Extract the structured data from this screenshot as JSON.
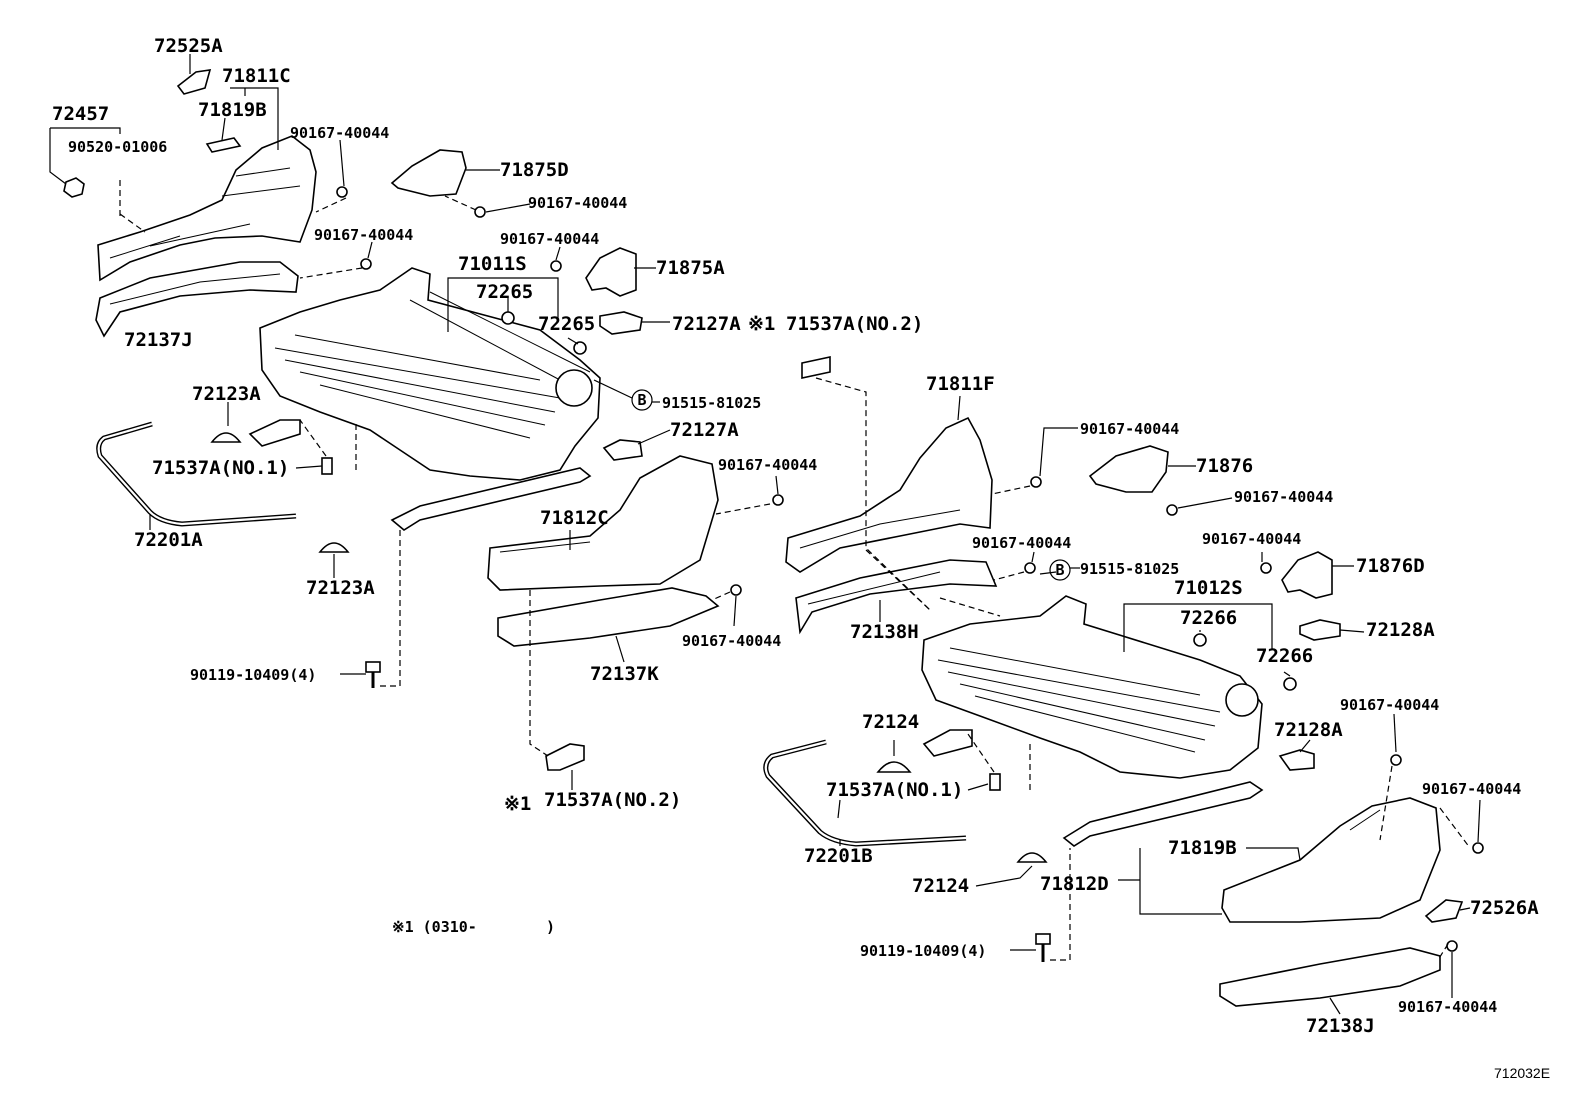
{
  "labels": {
    "l_72525A": "72525A",
    "l_71811C": "71811C",
    "l_72457": "72457",
    "l_71819B_a": "71819B",
    "l_90520": "90520-01006",
    "l_90167_a": "90167-40044",
    "l_71875D": "71875D",
    "l_90167_b": "90167-40044",
    "l_90167_c": "90167-40044",
    "l_90167_d": "90167-40044",
    "l_71875A": "71875A",
    "l_71011S": "71011S",
    "l_72265_a": "72265",
    "l_72265_b": "72265",
    "l_72127A_a": "72127A",
    "l_71537A_no2_a": "71537A(NO.2)",
    "l_72137J": "72137J",
    "l_72123A_a": "72123A",
    "l_91515_a": "91515-81025",
    "l_71811F": "71811F",
    "l_72127A_b": "72127A",
    "l_71537A_no1_a": "71537A(NO.1)",
    "l_90167_e": "90167-40044",
    "l_90167_f": "90167-40044",
    "l_71876": "71876",
    "l_90167_g": "90167-40044",
    "l_72201A": "72201A",
    "l_71812C": "71812C",
    "l_72123A_b": "72123A",
    "l_90167_h": "90167-40044",
    "l_90167_i": "90167-40044",
    "l_91515_b": "91515-81025",
    "l_71876D": "71876D",
    "l_71012S": "71012S",
    "l_72266_a": "72266",
    "l_72138H": "72138H",
    "l_72128A_a": "72128A",
    "l_90167_j": "90167-40044",
    "l_72266_b": "72266",
    "l_72137K": "72137K",
    "l_90119_a": "90119-10409(4)",
    "l_90167_k": "90167-40044",
    "l_72124_a": "72124",
    "l_72128A_b": "72128A",
    "l_71537A_no1_b": "71537A(NO.1)",
    "l_90167_l": "90167-40044",
    "l_71537A_no2_b": "71537A(NO.2)",
    "l_72201B": "72201B",
    "l_71819B_b": "71819B",
    "l_72124_b": "72124",
    "l_71812D": "71812D",
    "l_72526A": "72526A",
    "l_90119_b": "90119-10409(4)",
    "l_90167_m": "90167-40044",
    "l_72138J": "72138J",
    "footnote_mark_a": "※1",
    "footnote_mark_b": "※1",
    "footnote": "※1 (0310-",
    "footnote_close": ")",
    "circle_b_a": "B",
    "circle_b_b": "B",
    "ref_code": "712032E"
  }
}
